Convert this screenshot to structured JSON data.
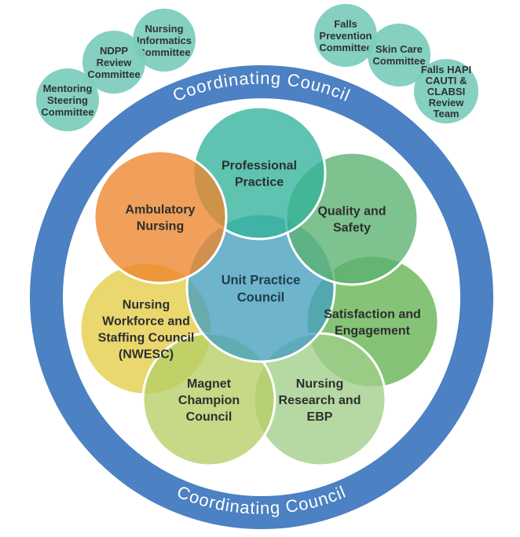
{
  "ring": {
    "label_top": "Coordinating Council",
    "label_bottom": "Coordinating Council",
    "band_color": "#4c81c3",
    "text_color": "#ffffff"
  },
  "satellite": {
    "fill": "#7cccbc",
    "text_color": "#2e3331"
  },
  "satellites": {
    "mentoring_steering": {
      "lines": [
        "Mentoring",
        "Steering",
        "Committee"
      ]
    },
    "ndpp_review": {
      "lines": [
        "NDPP",
        "Review",
        "Committee"
      ]
    },
    "nursing_informatics": {
      "lines": [
        "Nursing",
        "Informatics",
        "Committee"
      ]
    },
    "falls_prevention": {
      "lines": [
        "Falls",
        "Prevention",
        "Committee"
      ]
    },
    "skin_care": {
      "lines": [
        "Skin Care",
        "Committee"
      ]
    },
    "falls_hapi_cauti_clabsi": {
      "lines": [
        "Falls HAPI",
        "CAUTI &",
        "CLABSI",
        "Review",
        "Team"
      ]
    }
  },
  "flower": {
    "text_color": "#2d2f2e",
    "center": {
      "lines": [
        "Unit Practice",
        "Council"
      ],
      "fill": "#459fbf",
      "text_color": "#1d3c4c"
    },
    "petals": {
      "professional_practice": {
        "lines": [
          "Professional",
          "Practice"
        ],
        "fill": "#32b29b"
      },
      "quality_and_safety": {
        "lines": [
          "Quality and",
          "Safety"
        ],
        "fill": "#5ab16f"
      },
      "satisfaction_and_engagement": {
        "lines": [
          "Satisfaction and",
          "Engagement"
        ],
        "fill": "#63b251"
      },
      "nursing_research_ebp": {
        "lines": [
          "Nursing",
          "Research and",
          "EBP"
        ],
        "fill": "#a2ce89"
      },
      "magnet_champion_council": {
        "lines": [
          "Magnet",
          "Champion",
          "Council"
        ],
        "fill": "#b5ce65"
      },
      "nwesc": {
        "lines": [
          "Nursing",
          "Workforce and",
          "Staffing Council",
          "(NWESC)"
        ],
        "fill": "#e4cd45"
      },
      "ambulatory_nursing": {
        "lines": [
          "Ambulatory",
          "Nursing"
        ],
        "fill": "#ec852c"
      }
    }
  }
}
